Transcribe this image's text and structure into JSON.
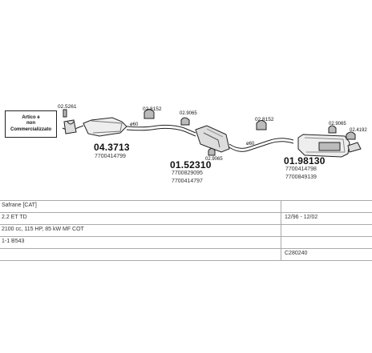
{
  "diagram": {
    "note_box": {
      "line1": "Artico e",
      "line2": "non",
      "line3": "Commercializzato"
    },
    "parts": [
      {
        "code": "04.3713",
        "oem": "7700414799"
      },
      {
        "code": "01.52310",
        "oem1": "7700829095",
        "oem2": "7700414797"
      },
      {
        "code": "01.98130",
        "oem1": "7700414798",
        "oem2": "7700849139"
      }
    ],
    "small_parts": {
      "p1": "02.5261",
      "p2": "02.8152",
      "p3": "02.9065",
      "p4": "02.9065",
      "p5": "02.8152",
      "p6": "02.9065",
      "p7": "02.4192"
    },
    "diameters": {
      "d1": "ø60",
      "d2": "ø60"
    }
  },
  "info": {
    "model": "Safrane [CAT]",
    "engine": "2.2 ET TD",
    "years": "12/96 - 12/02",
    "spec": "2100 cc, 115 HP, 85 kW MF COT",
    "type": "1-1 B543",
    "catalog_code": "C280240"
  }
}
